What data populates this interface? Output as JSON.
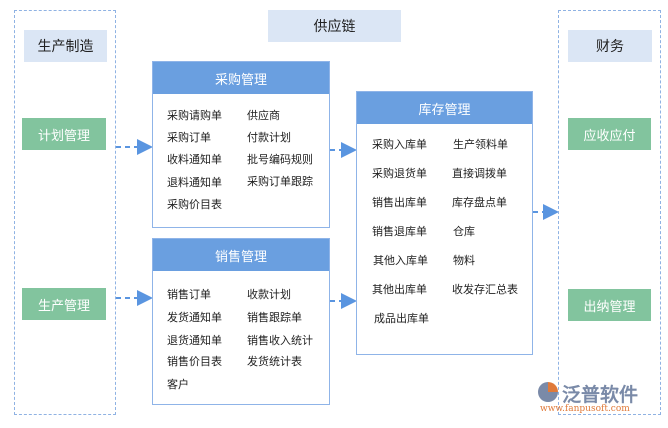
{
  "title": "供应链",
  "left": {
    "label": "生产制造",
    "modules": [
      "计划管理",
      "生产管理"
    ]
  },
  "right": {
    "label": "财务",
    "modules": [
      "应收应付",
      "出纳管理"
    ]
  },
  "purchasing": {
    "title": "采购管理",
    "left": [
      "采购请购单",
      "采购订单",
      "收料通知单",
      "退料通知单",
      "采购价目表"
    ],
    "right": [
      "供应商",
      "付款计划",
      "批号编码规则",
      "采购订单跟踪"
    ]
  },
  "sales": {
    "title": "销售管理",
    "left": [
      "销售订单",
      "发货通知单",
      "退货通知单",
      "销售价目表",
      "客户"
    ],
    "right": [
      "收款计划",
      "销售跟踪单",
      "销售收入统计",
      "发货统计表"
    ]
  },
  "inventory": {
    "title": "库存管理",
    "left": [
      "采购入库单",
      "采购退货单",
      "销售出库单",
      "销售退库单",
      "其他入库单",
      "其他出库单",
      "成品出库单"
    ],
    "right": [
      "生产领料单",
      "直接调拨单",
      "库存盘点单",
      "仓库",
      "物料",
      "收发存汇总表"
    ]
  },
  "logo": {
    "name": "泛普软件",
    "url": "www.fanpusoft.com"
  },
  "colors": {
    "header": "#6a9fe0",
    "module": "#82c49e",
    "label": "#dbe6f5",
    "arrow": "#5a95e0"
  }
}
